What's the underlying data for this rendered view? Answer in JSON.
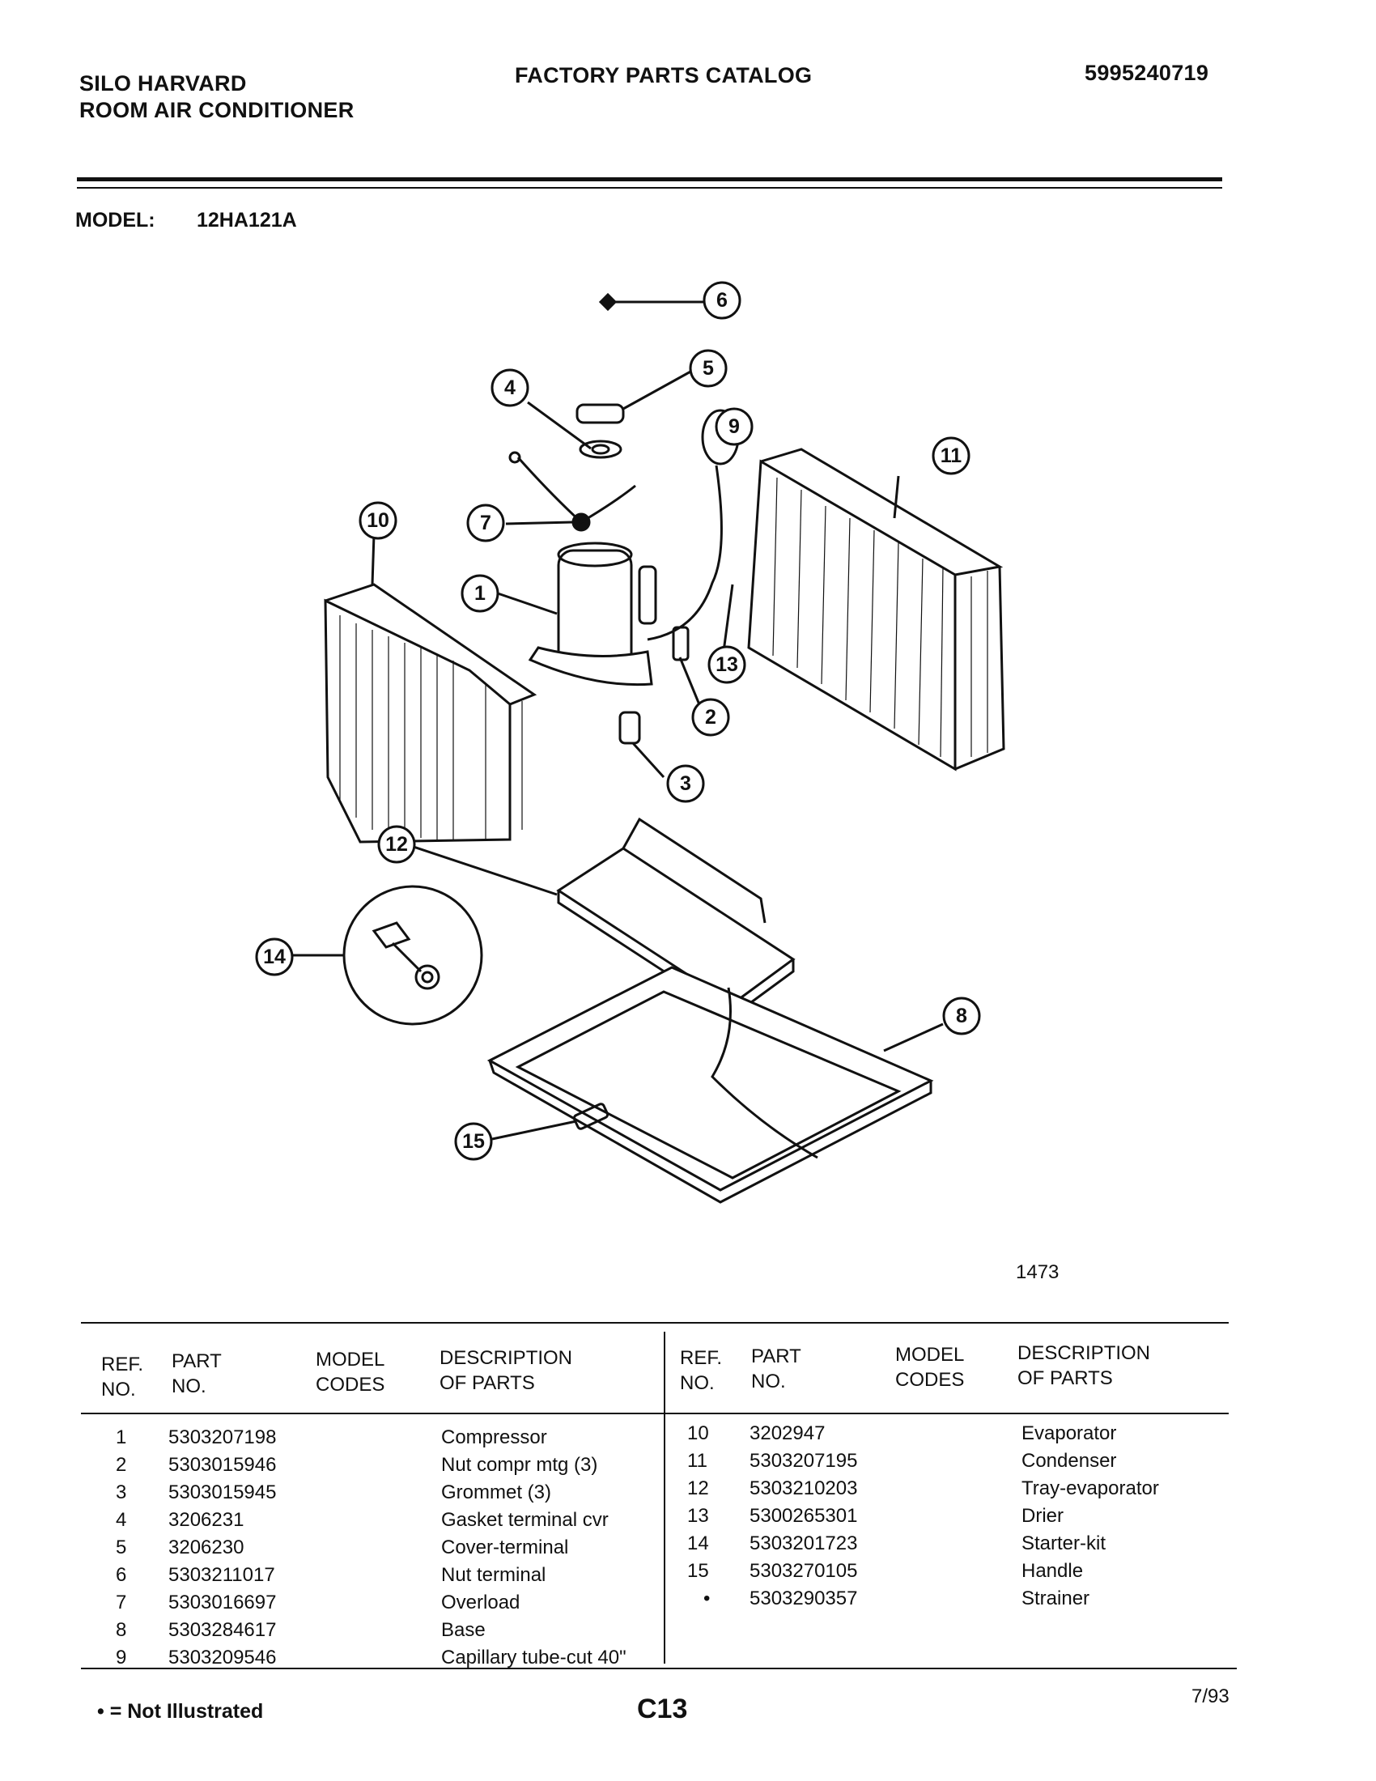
{
  "header": {
    "brand": "SILO HARVARD",
    "product": "ROOM AIR CONDITIONER",
    "catalog_title": "FACTORY PARTS CATALOG",
    "catalog_number": "5995240719"
  },
  "model": {
    "label": "MODEL:",
    "value": "12HA121A"
  },
  "diagram": {
    "drawing_number": "1473",
    "callouts": [
      "1",
      "2",
      "3",
      "4",
      "5",
      "6",
      "7",
      "8",
      "9",
      "10",
      "11",
      "12",
      "13",
      "14",
      "15"
    ]
  },
  "table": {
    "columns": {
      "ref": "REF.\nNO.",
      "part": "PART\nNO.",
      "model_codes": "MODEL\nCODES",
      "description": "DESCRIPTION\nOF PARTS"
    },
    "left_rows": [
      {
        "ref": "1",
        "part": "5303207198",
        "codes": "",
        "desc": "Compressor"
      },
      {
        "ref": "2",
        "part": "5303015946",
        "codes": "",
        "desc": "Nut compr mtg (3)"
      },
      {
        "ref": "3",
        "part": "5303015945",
        "codes": "",
        "desc": "Grommet (3)"
      },
      {
        "ref": "4",
        "part": "3206231",
        "codes": "",
        "desc": "Gasket terminal cvr"
      },
      {
        "ref": "5",
        "part": "3206230",
        "codes": "",
        "desc": "Cover-terminal"
      },
      {
        "ref": "6",
        "part": "5303211017",
        "codes": "",
        "desc": "Nut terminal"
      },
      {
        "ref": "7",
        "part": "5303016697",
        "codes": "",
        "desc": "Overload"
      },
      {
        "ref": "8",
        "part": "5303284617",
        "codes": "",
        "desc": "Base"
      },
      {
        "ref": "9",
        "part": "5303209546",
        "codes": "",
        "desc": "Capillary tube-cut 40\""
      }
    ],
    "right_rows": [
      {
        "ref": "10",
        "part": "3202947",
        "codes": "",
        "desc": "Evaporator"
      },
      {
        "ref": "11",
        "part": "5303207195",
        "codes": "",
        "desc": "Condenser"
      },
      {
        "ref": "12",
        "part": "5303210203",
        "codes": "",
        "desc": "Tray-evaporator"
      },
      {
        "ref": "13",
        "part": "5300265301",
        "codes": "",
        "desc": "Drier"
      },
      {
        "ref": "14",
        "part": "5303201723",
        "codes": "",
        "desc": "Starter-kit"
      },
      {
        "ref": "15",
        "part": "5303270105",
        "codes": "",
        "desc": "Handle"
      },
      {
        "ref": "•",
        "part": "5303290357",
        "codes": "",
        "desc": "Strainer"
      }
    ]
  },
  "footer": {
    "note": "• = Not Illustrated",
    "page_id": "C13",
    "date": "7/93"
  }
}
